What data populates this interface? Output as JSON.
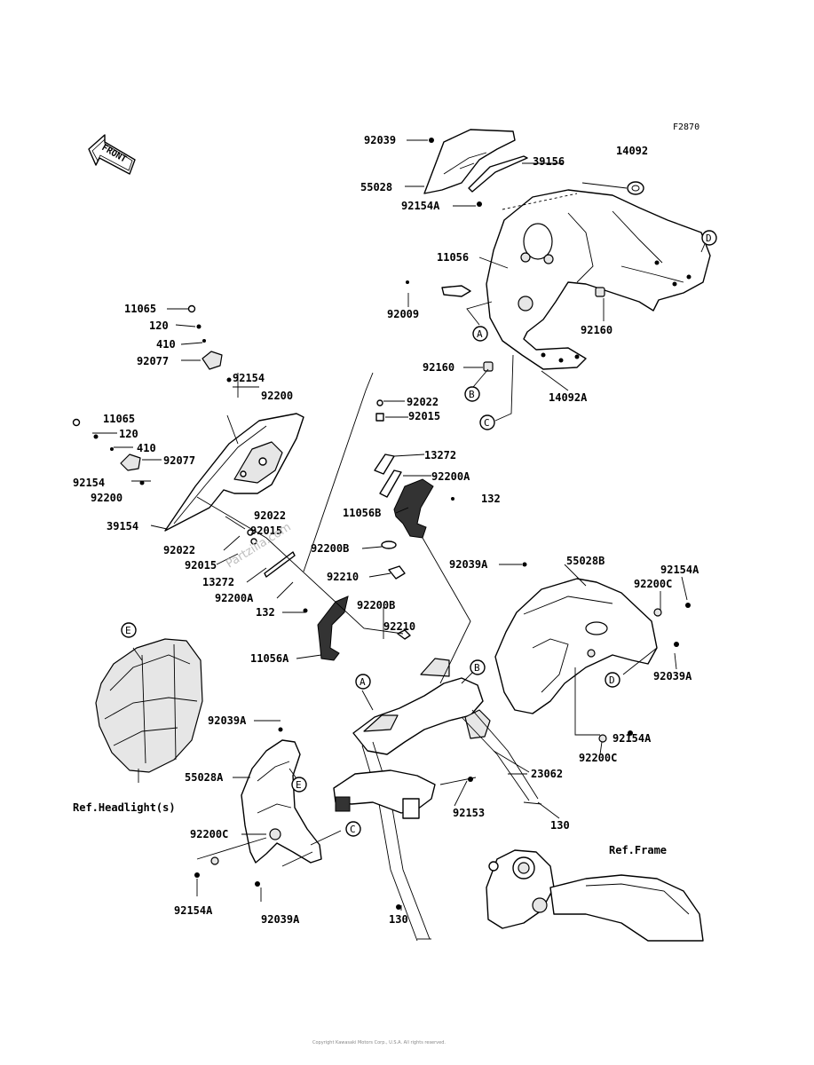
{
  "figure_code": "F2870",
  "front_badge": "FRONT",
  "watermark": "Partzilla.com",
  "copyright": "Copyright Kawasaki Motors Corp., U.S.A. All rights reserved.",
  "refs": {
    "headlight": "Ref.Headlight(s)",
    "frame": "Ref.Frame"
  },
  "callouts": [
    "A",
    "B",
    "C",
    "D",
    "E"
  ],
  "labels": {
    "p92039_top": "92039",
    "p55028": "55028",
    "p92154A_top": "92154A",
    "p39156": "39156",
    "p14092": "14092",
    "p11056": "11056",
    "p92009": "92009",
    "p92160_r": "92160",
    "p92160_l": "92160",
    "p14092A": "14092A",
    "p11065_a": "11065",
    "p120_a": "120",
    "p410_a": "410",
    "p92077_a": "92077",
    "p92154_a": "92154",
    "p92200_a": "92200",
    "p11065_b": "11065",
    "p120_b": "120",
    "p410_b": "410",
    "p92077_b": "92077",
    "p92154_b": "92154",
    "p92200_b": "92200",
    "p39154": "39154",
    "p92022_a": "92022",
    "p92015_a": "92015",
    "p92022_b": "92022",
    "p92015_b": "92015",
    "p13272_a": "13272",
    "p92200A_a": "92200A",
    "p92022_c": "92022",
    "p92015_c": "92015",
    "p13272_b": "13272",
    "p92200A_b": "92200A",
    "p11056B": "11056B",
    "p132_a": "132",
    "p92200B_a": "92200B",
    "p92210_a": "92210",
    "p132_b": "132",
    "p92200B_b": "92200B",
    "p92210_b": "92210",
    "p11056A": "11056A",
    "p92039A_a": "92039A",
    "p55028B": "55028B",
    "p92154A_a": "92154A",
    "p92200C_a": "92200C",
    "p92039A_b": "92039A",
    "p92154A_b": "92154A",
    "p92200C_b": "92200C",
    "p92039A_c": "92039A",
    "p55028A": "55028A",
    "p92200C_c": "92200C",
    "p92154A_c": "92154A",
    "p92039A_d": "92039A",
    "p23062": "23062",
    "p92153": "92153",
    "p130_a": "130",
    "p130_b": "130"
  }
}
